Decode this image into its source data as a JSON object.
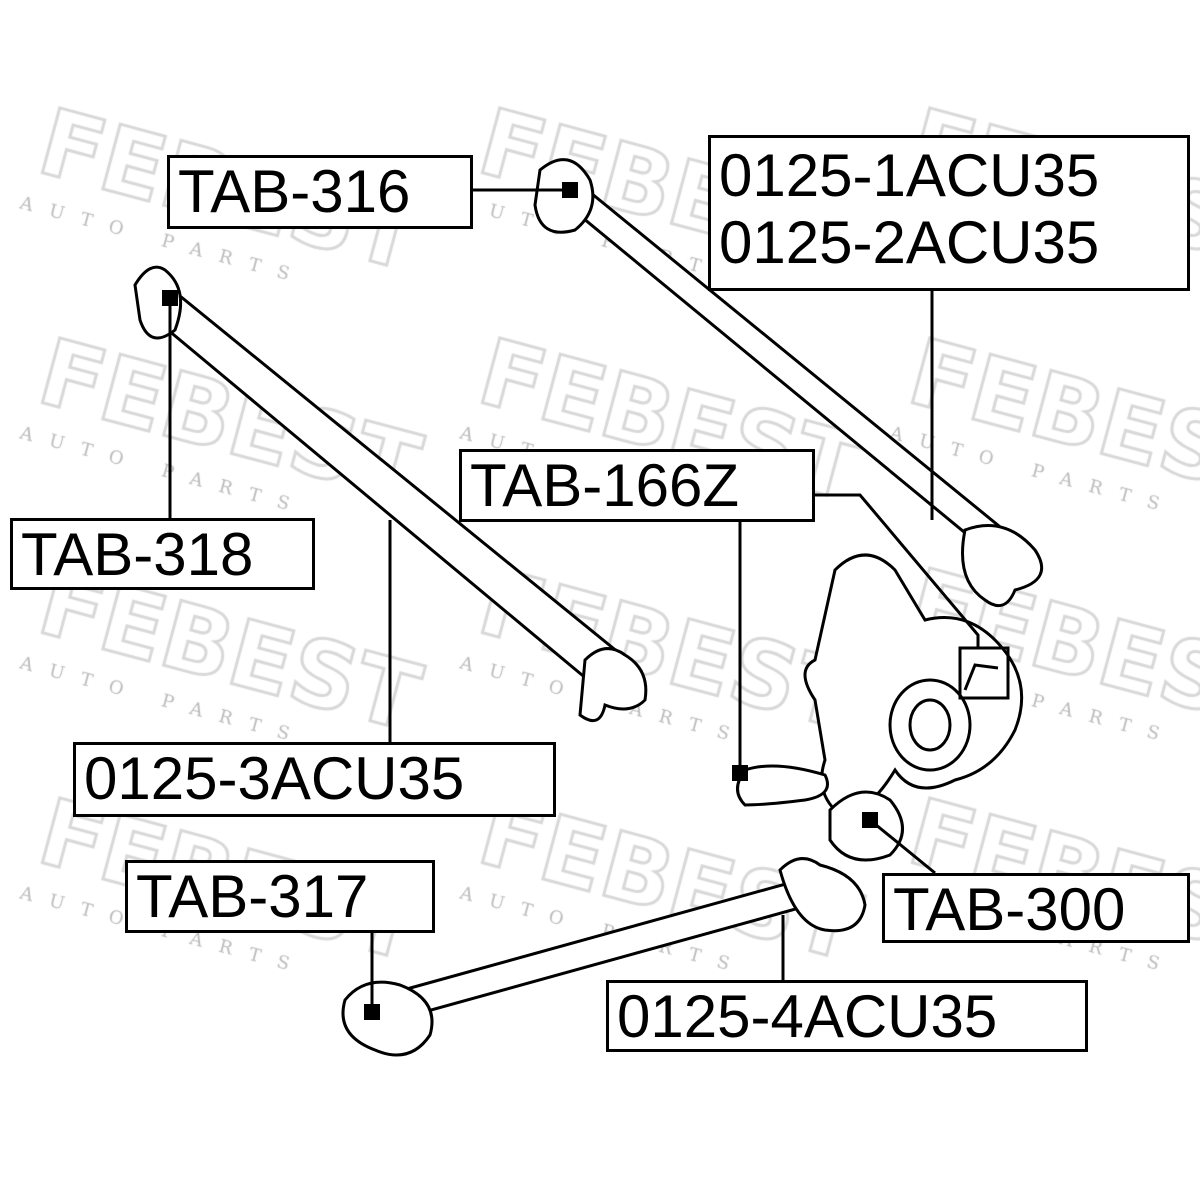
{
  "watermark": {
    "brand": "FEBEST",
    "tagline": "AUTO PARTS"
  },
  "labels": {
    "tab316": "TAB-316",
    "acu35_1": "0125-1ACU35",
    "acu35_2": "0125-2ACU35",
    "tab318": "TAB-318",
    "tab166z": "TAB-166Z",
    "acu35_3": "0125-3ACU35",
    "tab317": "TAB-317",
    "tab300": "TAB-300",
    "acu35_4": "0125-4ACU35"
  }
}
